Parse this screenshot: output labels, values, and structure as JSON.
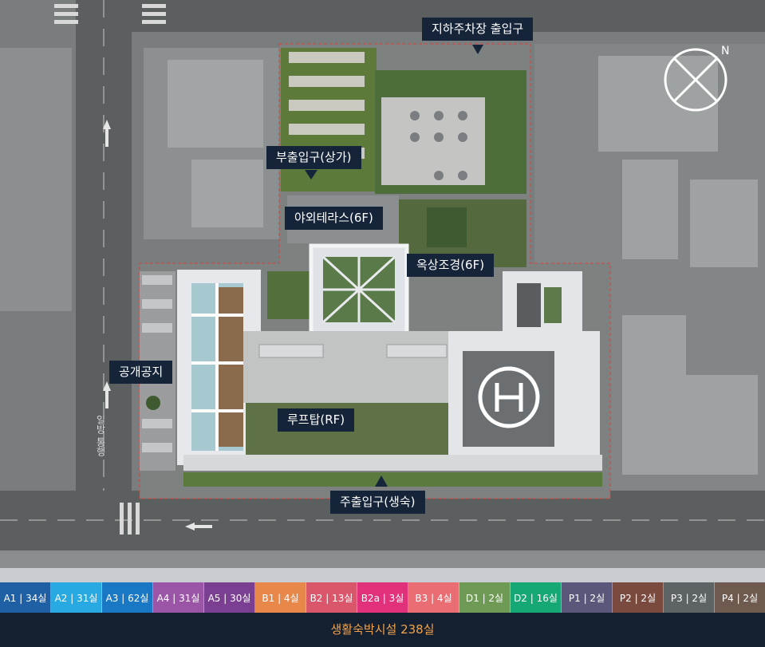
{
  "labels": {
    "parking": "지하주차장 출입구",
    "sub_entrance": "부출입구(상가)",
    "outdoor_terrace": "야외테라스(6F)",
    "roof_landscape": "옥상조경(6F)",
    "public_space": "공개공지",
    "rooftop": "루프탑(RF)",
    "main_entrance": "주출입구(생숙)"
  },
  "street_text": {
    "oneway": "일방 통행"
  },
  "legend": {
    "items": [
      {
        "label": "A1 | 34실",
        "color": "#1f5fa3"
      },
      {
        "label": "A2 | 31실",
        "color": "#29a9e1"
      },
      {
        "label": "A3 | 62실",
        "color": "#1a77c4"
      },
      {
        "label": "A4 | 31실",
        "color": "#9a55a6"
      },
      {
        "label": "A5 | 30실",
        "color": "#7b3f91"
      },
      {
        "label": "B1 | 4실",
        "color": "#e8874a"
      },
      {
        "label": "B2 | 13실",
        "color": "#d9566b"
      },
      {
        "label": "B2a | 3실",
        "color": "#e0317a"
      },
      {
        "label": "B3 | 4실",
        "color": "#ea6d74"
      },
      {
        "label": "D1 | 2실",
        "color": "#6e9a55"
      },
      {
        "label": "D2 | 16실",
        "color": "#15a874"
      },
      {
        "label": "P1 | 2실",
        "color": "#5a577a"
      },
      {
        "label": "P2 | 2실",
        "color": "#7a4a3e"
      },
      {
        "label": "P3 | 2실",
        "color": "#5e6466"
      },
      {
        "label": "P4 | 2실",
        "color": "#6e5a4f"
      }
    ],
    "total": "생활숙박시설 238실"
  },
  "icons": {
    "compass": "compass-icon",
    "arrow": "triangle-down-icon"
  }
}
